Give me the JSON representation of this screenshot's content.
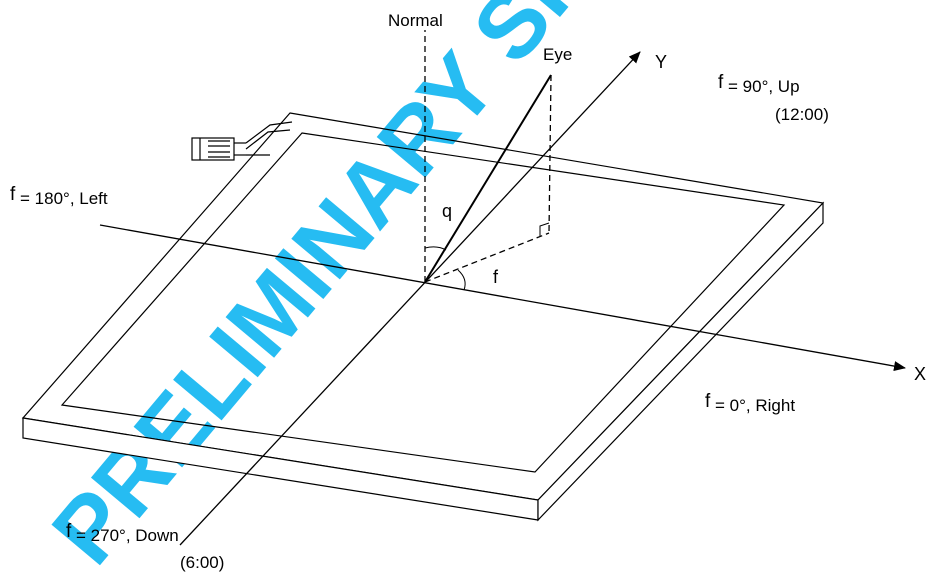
{
  "watermark": "PRELIMINARY SPEC",
  "labels": {
    "normal": "Normal",
    "eye": "Eye",
    "y_axis": "Y",
    "x_axis": "X",
    "theta": "q",
    "phi": "f",
    "up": {
      "symbol": "f",
      "text": " = 90°, Up",
      "clock": "(12:00)"
    },
    "left": {
      "symbol": "f",
      "text": " = 180°, Left"
    },
    "right": {
      "symbol": "f",
      "text": " = 0°, Right"
    },
    "down": {
      "symbol": "f",
      "text": " = 270°, Down",
      "clock": "(6:00)"
    }
  }
}
